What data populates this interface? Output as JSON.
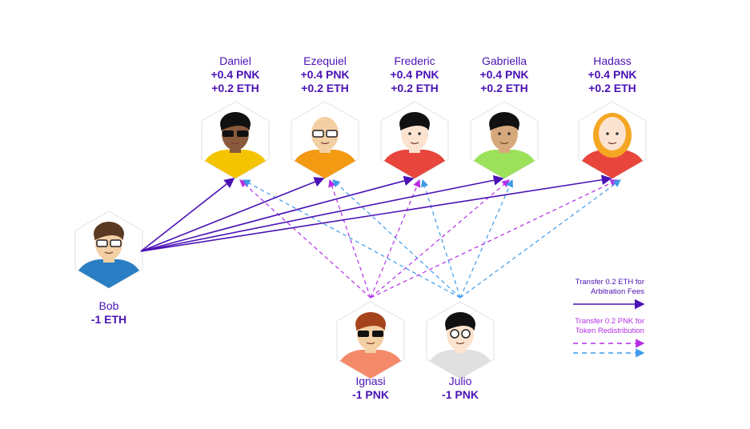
{
  "people": [
    {
      "id": "daniel",
      "name": "Daniel",
      "lines": [
        "+0.4 PNK",
        "+0.2 ETH"
      ],
      "shirt": "#f5c400",
      "skin": "#8a5a3c",
      "hair": "#111111",
      "glasses": "sunglasses"
    },
    {
      "id": "ezequiel",
      "name": "Ezequiel",
      "lines": [
        "+0.4 PNK",
        "+0.2 ETH"
      ],
      "shirt": "#f39a12",
      "skin": "#f3cfa4",
      "hair": "none",
      "glasses": "clear"
    },
    {
      "id": "frederic",
      "name": "Frederic",
      "lines": [
        "+0.4 PNK",
        "+0.2 ETH"
      ],
      "shirt": "#e8453c",
      "skin": "#fbe3cf",
      "hair": "#111111",
      "glasses": "none"
    },
    {
      "id": "gabriella",
      "name": "Gabriella",
      "lines": [
        "+0.4 PNK",
        "+0.2 ETH"
      ],
      "shirt": "#9be25a",
      "skin": "#d6a97c",
      "hair": "#111111",
      "glasses": "none"
    },
    {
      "id": "hadass",
      "name": "Hadass",
      "lines": [
        "+0.4 PNK",
        "+0.2 ETH"
      ],
      "shirt": "#e8453c",
      "skin": "#fbe3cf",
      "hair": "#f5a623",
      "glasses": "none"
    },
    {
      "id": "bob",
      "name": "Bob",
      "lines": [
        "-1 ETH"
      ],
      "shirt": "#2a7fc4",
      "skin": "#f3cfa4",
      "hair": "#5a3a22",
      "glasses": "clear"
    },
    {
      "id": "ignasi",
      "name": "Ignasi",
      "lines": [
        "-1 PNK"
      ],
      "shirt": "#f48a6a",
      "skin": "#f3cfa4",
      "hair": "#a5441c",
      "glasses": "sunglasses"
    },
    {
      "id": "julio",
      "name": "Julio",
      "lines": [
        "-1 PNK"
      ],
      "shirt": "#e0e0e0",
      "skin": "#fbe3cf",
      "hair": "#111111",
      "glasses": "round"
    }
  ],
  "legend": {
    "eth_label_1": "Transfer 0.2 ETH for",
    "eth_label_2": "Arbitration Fees",
    "pnk_label_1": "Transfer 0.2 PNK for",
    "pnk_label_2": "Token Redistribution"
  },
  "colors": {
    "eth": "#4a12b4",
    "pnk_ignasi": "#b42ee6",
    "pnk_julio": "#3d9be9",
    "text": "#4a12b4"
  }
}
